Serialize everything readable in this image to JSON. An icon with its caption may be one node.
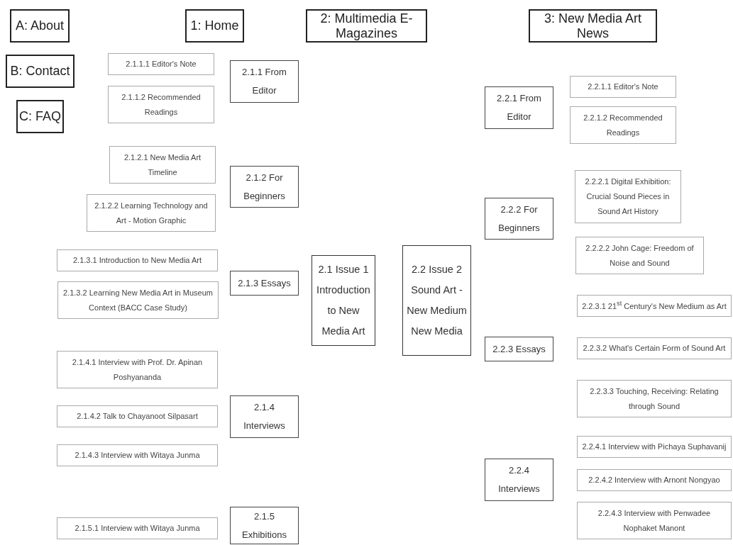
{
  "diagram": {
    "nodes": [
      {
        "text": [
          "A: About"
        ]
      },
      {
        "text": [
          "1: Home"
        ]
      },
      {
        "text": [
          "2: Multimedia E-Magazines"
        ]
      },
      {
        "text": [
          "3: New Media Art News"
        ]
      },
      {
        "text": [
          "B: Contact"
        ]
      },
      {
        "text": [
          "2.1.1.1 Editor's Note"
        ]
      },
      {
        "text": [
          "2.1.1 From Editor"
        ]
      },
      {
        "text": [
          "2.2.1.1 Editor's Note"
        ]
      },
      {
        "text": [
          "2.1.1.2 Recommended Readings"
        ]
      },
      {
        "text": [
          "2.2.1 From Editor"
        ]
      },
      {
        "text": [
          "C: FAQ"
        ]
      },
      {
        "text": [
          "2.2.1.2 Recommended Readings"
        ]
      },
      {
        "text": [
          "2.1.2.1 New Media Art Timeline"
        ]
      },
      {
        "text": [
          "2.1.2 For Beginners"
        ]
      },
      {
        "text": [
          "2.2.2.1 Digital Exhibition: Crucial Sound Pieces in Sound Art History"
        ]
      },
      {
        "text": [
          "2.1.2.2 Learning Technology and Art - Motion Graphic"
        ]
      },
      {
        "text": [
          "2.2.2 For Beginners"
        ]
      },
      {
        "text": [
          "2.2.2.2 John Cage: Freedom of Noise and Sound"
        ]
      },
      {
        "text": [
          "2.1.3.1 Introduction to New Media Art"
        ]
      },
      {
        "text": [
          "2.2 Issue 2 Sound Art - New Medium New Media"
        ]
      },
      {
        "text": [
          "2.1 Issue 1 Introduction to New Media Art"
        ]
      },
      {
        "text": [
          "2.1.3 Essays"
        ]
      },
      {
        "text": [
          "2.1.3.2 Learning New Media Art in Museum Context (BACC Case Study)"
        ]
      },
      {
        "text": [
          "2.2.3.1 21$^{st}$ Century's New Medium as Art"
        ]
      },
      {
        "text": [
          "2.2.3 Essays"
        ]
      },
      {
        "text": [
          "2.2.3.2 What's Certain Form of Sound Art"
        ]
      },
      {
        "text": [
          "2.1.4.1 Interview with Prof. Dr. Apinan Poshyananda"
        ]
      },
      {
        "text": [
          "2.2.3.3 Touching, Receiving: Relating through Sound"
        ]
      },
      {
        "text": [
          "2.1.4.2 Talk to Chayanoot Silpasart"
        ]
      },
      {
        "text": [
          "2.1.4 Interviews"
        ]
      },
      {
        "text": [
          "2.2.4.1 Interview with Pichaya Suphavanij"
        ]
      },
      {
        "text": [
          "2.1.4.3 Interview with Witaya Junma"
        ]
      },
      {
        "text": [
          "2.2.4 Interviews"
        ]
      },
      {
        "text": [
          "2.2.4.2 Interview with Arnont Nongyao"
        ]
      },
      {
        "text": [
          "2.2.4.3 Interview with Penwadee Nophaket Manont"
        ]
      },
      {
        "text": [
          "2.1.5 Exhibitions"
        ]
      },
      {
        "text": [
          "2.1.5.1 Interview with Witaya Junma"
        ]
      }
    ],
    "edges": []
  }
}
